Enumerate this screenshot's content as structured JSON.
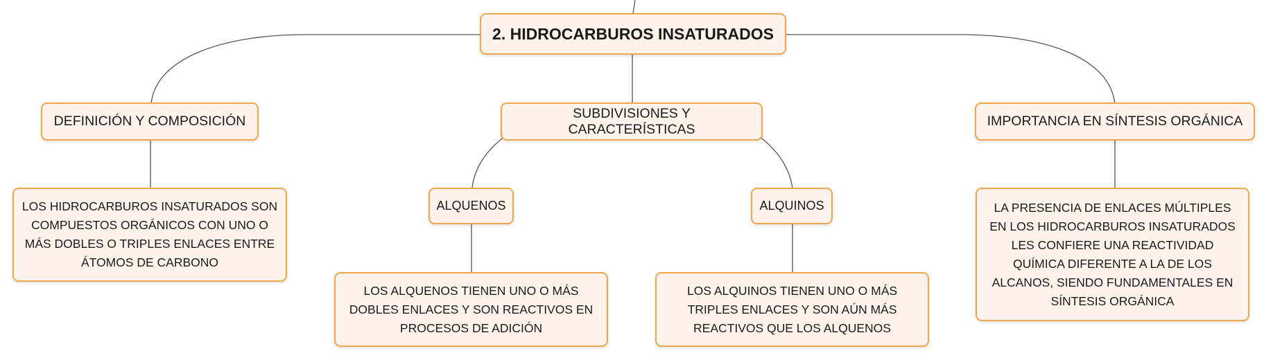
{
  "map": {
    "root": "2. HIDROCARBUROS INSATURADOS",
    "branches": [
      {
        "title": "DEFINICIÓN Y COMPOSICIÓN",
        "detail": "LOS HIDROCARBUROS INSATURADOS SON COMPUESTOS ORGÁNICOS CON UNO O MÁS DOBLES O TRIPLES ENLACES ENTRE ÁTOMOS DE CARBONO"
      },
      {
        "title": "SUBDIVISIONES Y CARACTERÍSTICAS",
        "children": [
          {
            "title": "ALQUENOS",
            "detail": "LOS ALQUENOS TIENEN UNO O MÁS DOBLES ENLACES Y SON REACTIVOS EN PROCESOS DE ADICIÓN"
          },
          {
            "title": "ALQUINOS",
            "detail": "LOS ALQUINOS TIENEN UNO O MÁS TRIPLES ENLACES Y SON AÚN MÁS REACTIVOS QUE LOS ALQUENOS"
          }
        ]
      },
      {
        "title": "IMPORTANCIA EN SÍNTESIS ORGÁNICA",
        "detail": "LA PRESENCIA DE ENLACES MÚLTIPLES EN LOS HIDROCARBUROS INSATURADOS LES CONFIERE UNA REACTIVIDAD QUÍMICA DIFERENTE A LA DE LOS ALCANOS, SIENDO FUNDAMENTALES EN SÍNTESIS ORGÁNICA"
      }
    ]
  },
  "colors": {
    "node_fill": "#fdf3ec",
    "node_border": "#f0a64a",
    "connector": "#555555"
  }
}
